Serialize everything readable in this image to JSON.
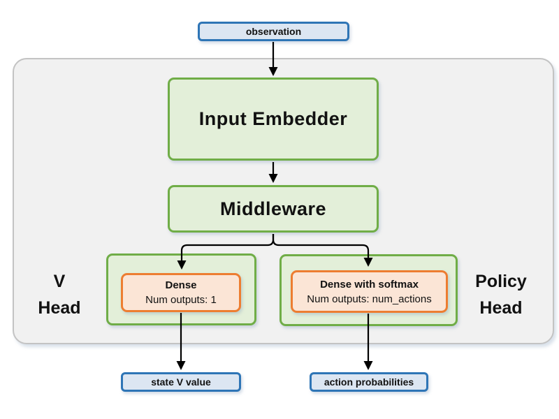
{
  "nodes": {
    "observation": {
      "label": "observation"
    },
    "input_embedder": {
      "label": "Input Embedder"
    },
    "middleware": {
      "label": "Middleware"
    },
    "v_head": {
      "label_line1": "V",
      "label_line2": "Head",
      "box_title": "Dense",
      "box_subtitle": "Num outputs: 1",
      "output": "state V value"
    },
    "policy_head": {
      "label_line1": "Policy",
      "label_line2": "Head",
      "box_title": "Dense with softmax",
      "box_subtitle": "Num outputs: num_actions",
      "output": "action probabilities"
    }
  },
  "colors": {
    "blue_border": "#2e75b6",
    "blue_fill": "#dce6f2",
    "green_border": "#70ad47",
    "green_fill": "#e3efd9",
    "orange_border": "#ed7d31",
    "orange_fill": "#fbe5d6",
    "container_fill": "#f1f1f1",
    "container_border": "#c3c3c3",
    "arrow": "#000000"
  }
}
